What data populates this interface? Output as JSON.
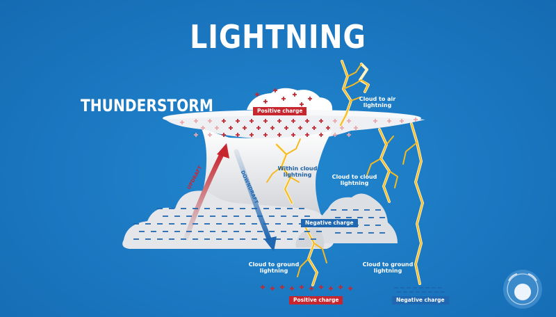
{
  "title": "LIGHTNING",
  "storm_label": "THUNDERSTORM",
  "labels": {
    "positive_cloud": "Positive charge",
    "negative_cloud": "Negative charge",
    "positive_ground": "Positive charge",
    "negative_ground": "Negative charge",
    "updraft": "UPDRAFT",
    "downdraft": "DOWNDRAFT",
    "within_cloud": "Within cloud\nlightning",
    "cloud_to_air": "Cloud to air\nlightning",
    "cloud_to_cloud": "Cloud to cloud\nlightning",
    "cloud_to_ground_left": "Cloud to ground\nlightning",
    "cloud_to_ground_right": "Cloud to ground\nlightning"
  },
  "icons": [
    "golf-ball-logo-icon"
  ],
  "colors": {
    "background": "#1a76bf",
    "cloud": "#f2f3f5",
    "positive": "#c8262f",
    "negative": "#1f67b0",
    "lightning": "#f5b921"
  }
}
